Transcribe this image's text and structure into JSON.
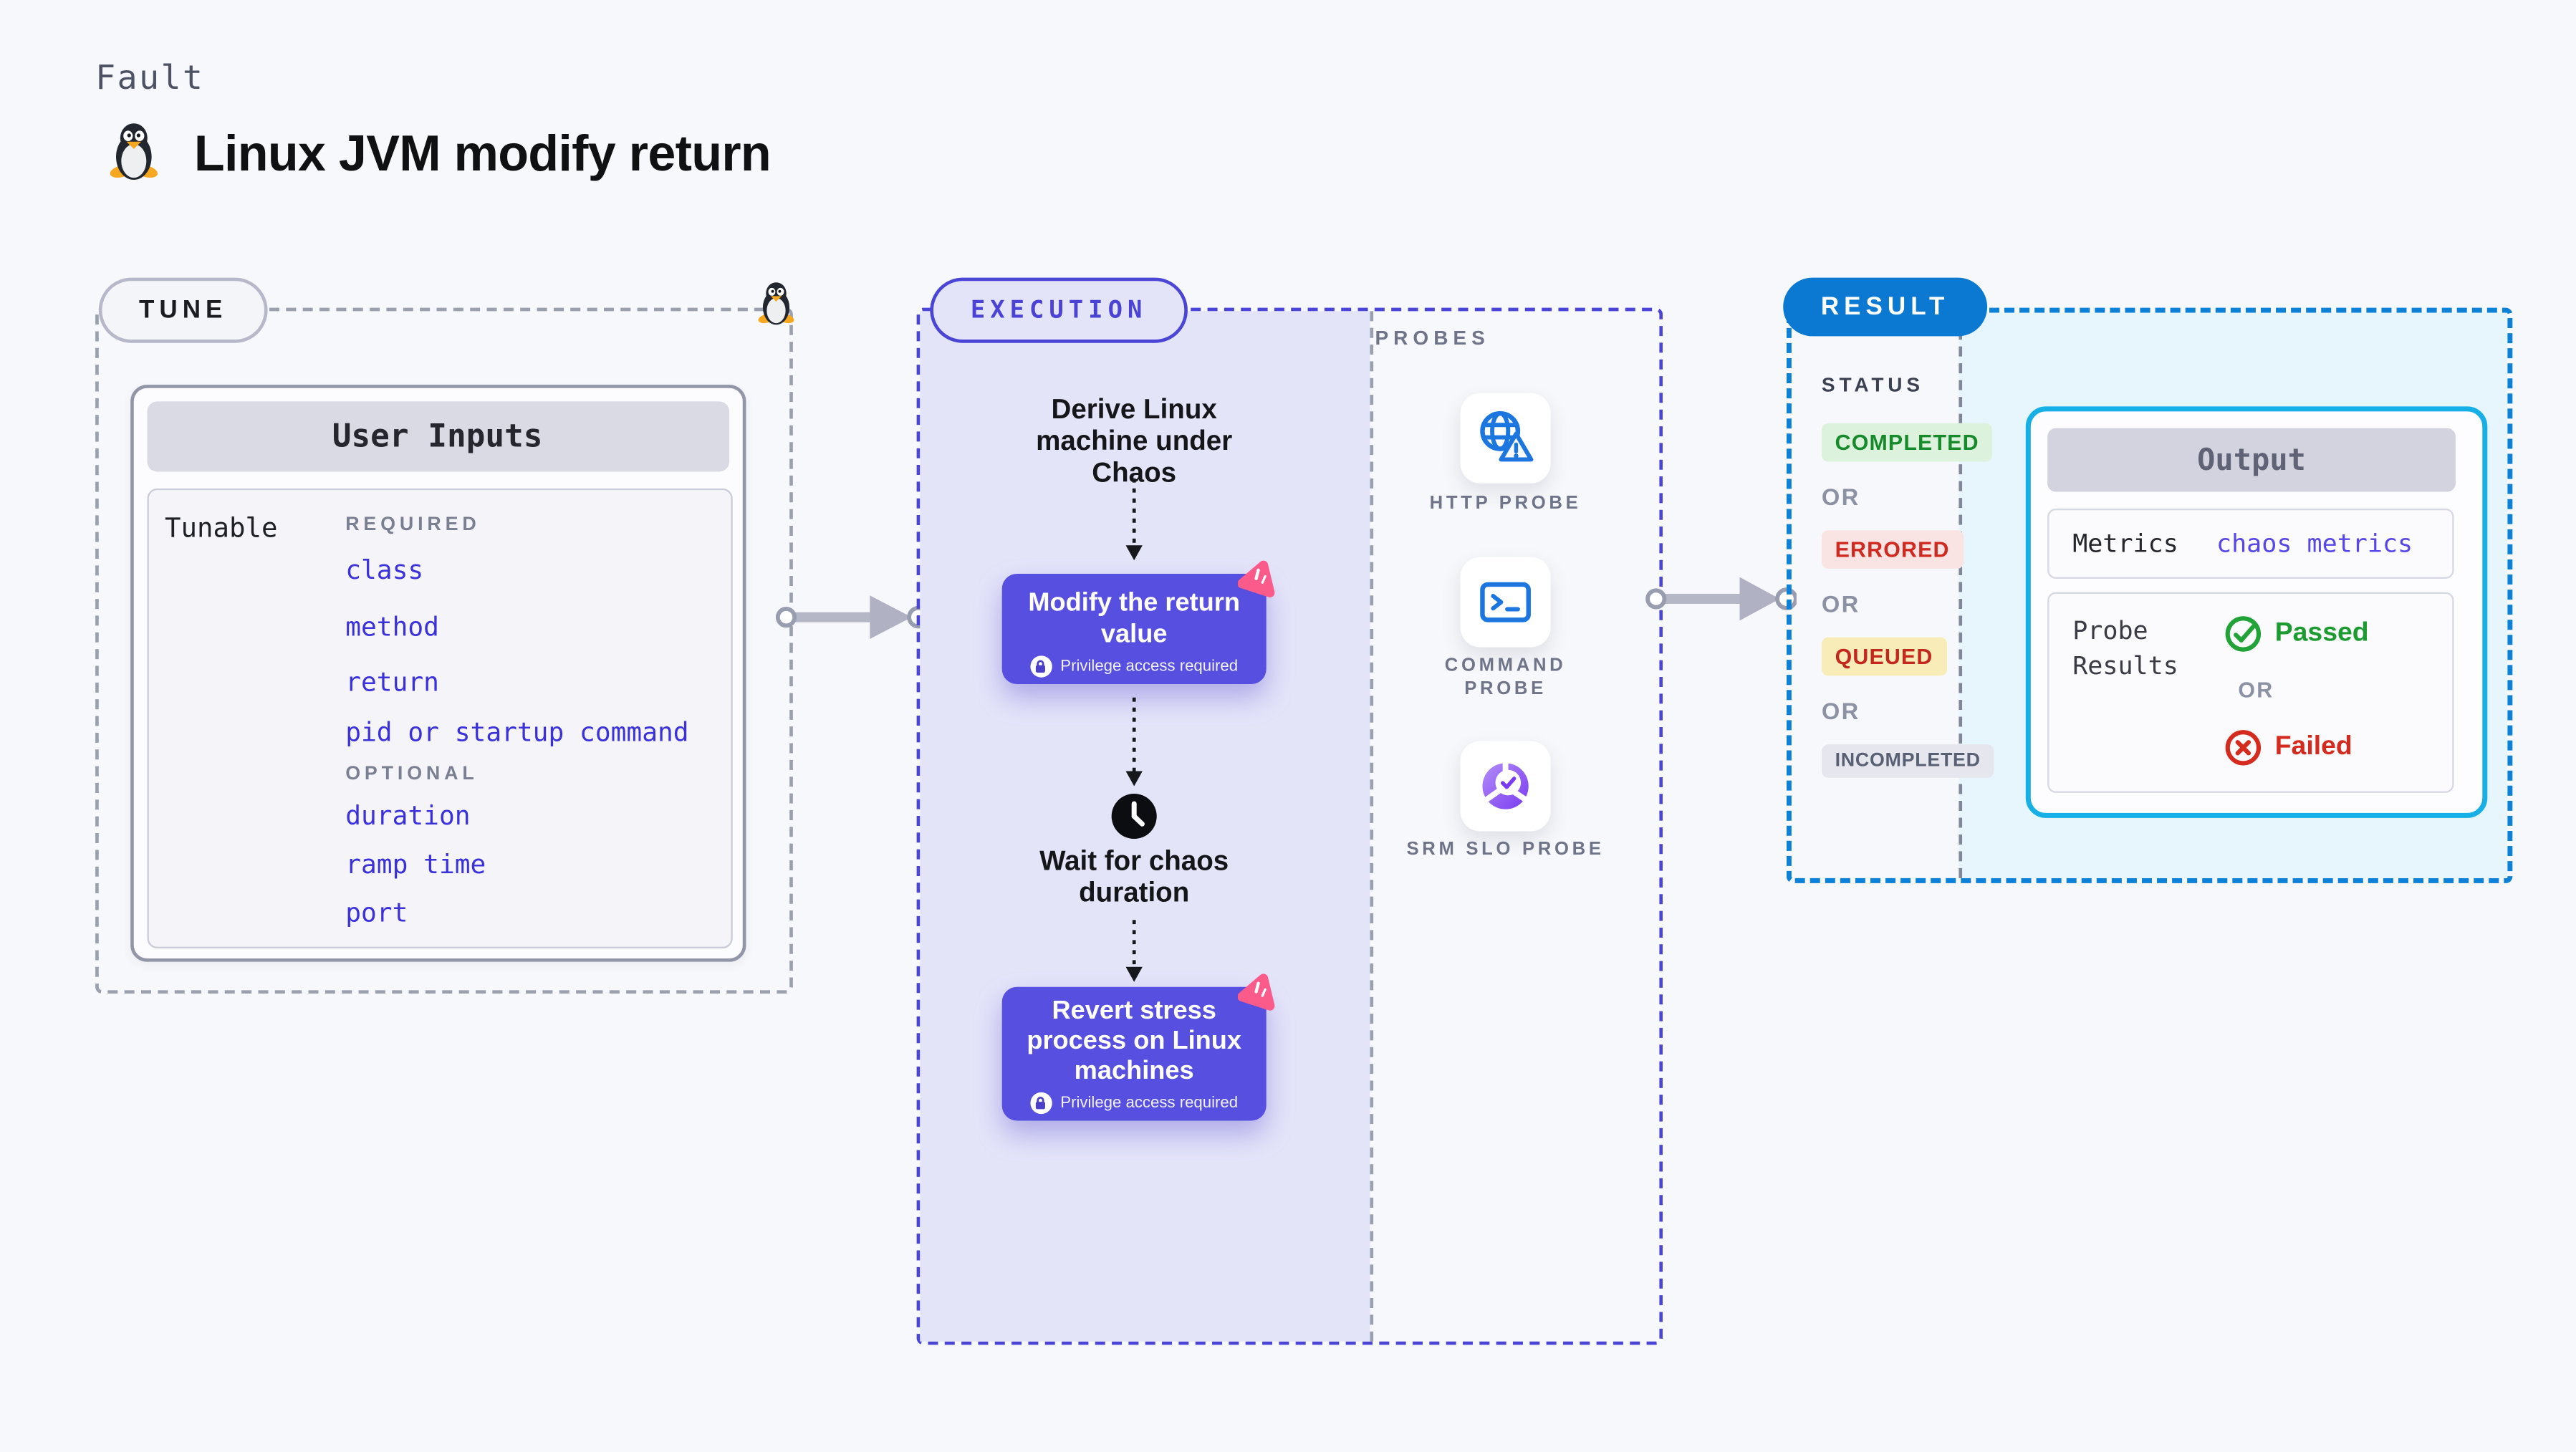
{
  "header": {
    "kicker": "Fault",
    "title": "Linux JVM modify return",
    "title_icon": "tux-penguin-icon"
  },
  "tune": {
    "label": "TUNE",
    "corner_icon": "tux-penguin-icon",
    "user_inputs": {
      "header": "User Inputs",
      "row_label": "Tunable",
      "groups": [
        {
          "label": "REQUIRED",
          "items": [
            "class",
            "method",
            "return",
            "pid or startup command"
          ]
        },
        {
          "label": "OPTIONAL",
          "items": [
            "duration",
            "ramp time",
            "port"
          ]
        }
      ]
    }
  },
  "execution": {
    "label": "EXECUTION",
    "flow": {
      "start_text": "Derive Linux machine under Chaos",
      "fault_step": {
        "title": "Modify the return value",
        "badge": "Privilege access required",
        "icon": "chaos-fault-icon",
        "badge_icon": "lock-icon"
      },
      "wait_text": "Wait for chaos duration",
      "wait_icon": "clock-icon",
      "revert_step": {
        "title": "Revert stress process on Linux machines",
        "badge": "Privilege access required",
        "icon": "chaos-fault-icon",
        "badge_icon": "lock-icon"
      }
    }
  },
  "probes": {
    "label": "PROBES",
    "items": [
      {
        "label": "HTTP PROBE",
        "icon": "globe-alert-icon"
      },
      {
        "label": "COMMAND PROBE",
        "icon": "terminal-icon"
      },
      {
        "label": "SRM SLO PROBE",
        "icon": "slo-gauge-icon"
      }
    ]
  },
  "result": {
    "label": "RESULT",
    "status": {
      "header": "STATUS",
      "separator": "OR",
      "badges": [
        {
          "label": "COMPLETED",
          "bg": "#ddf2dc",
          "color": "#178a2c"
        },
        {
          "label": "ERRORED",
          "bg": "#fae4e3",
          "color": "#ce2a20"
        },
        {
          "label": "QUEUED",
          "bg": "#f8ecb8",
          "color": "#c3271d"
        },
        {
          "label": "INCOMPLETED",
          "bg": "#e6e7ee",
          "color": "#5a6074"
        }
      ]
    },
    "output": {
      "header": "Output",
      "metrics_label": "Metrics",
      "metrics_value": "chaos metrics",
      "probe_results_label": "Probe Results",
      "passed": "Passed",
      "or": "OR",
      "failed": "Failed"
    }
  },
  "colors": {
    "page_bg": "#f7f8fb",
    "accent_indigo": "#4a45d7",
    "accent_blue": "#0d80d8",
    "step_card_purple": "#574fe0",
    "link_blue": "#3a31dd",
    "chaos_pink": "#fb5b8b",
    "output_border_cyan": "#17b0e6",
    "passed_green": "#1b9b30",
    "failed_red": "#d52b1e",
    "execution_bg": "#e4e4f9",
    "result_bg": "#e7f5fc"
  }
}
